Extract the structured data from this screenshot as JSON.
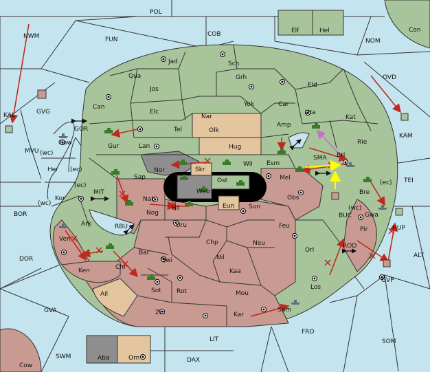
{
  "colors": {
    "sea": "#c4e4ef",
    "green": "#a8c49a",
    "red": "#c99a91",
    "tan": "#e3c69d",
    "gray": "#8e8e8e",
    "black": "#000000",
    "order": "#c0291f",
    "support": "#ffff00",
    "convoy": "#c86ec8",
    "unit_green": "#3a7a2a",
    "unit_gray": "#607080"
  },
  "sea_labels": {
    "pol": "POL",
    "nwm": "NWM",
    "fun": "FUN",
    "cob": "COB",
    "nom": "NOM",
    "con": "Con",
    "ovd": "OVD",
    "kal": "KAL",
    "gvg": "GVG",
    "gor": "GOR",
    "mvu": "MVU",
    "wc1": "(wc)",
    "ec1": "(ec)",
    "ec2": "(ec)",
    "wc2": "(wc)",
    "mit": "MIT",
    "bor": "BOR",
    "rbu": "RBU",
    "dor": "DOR",
    "gva": "GVA",
    "swm": "SWM",
    "cow": "Cow",
    "lit": "LIT",
    "dax": "DAX",
    "fro": "FRO",
    "som": "SOM",
    "alt": "ALT",
    "tei": "TEI",
    "kam": "KAM",
    "sma": "SMA",
    "buc": "BUC",
    "rod": "ROD",
    "hup": "HUP",
    "gvp": "GVP",
    "wc3": "(wc)",
    "ec3": "(ec)"
  },
  "green_labels": {
    "jad": "Jad",
    "sch": "Sch",
    "qua": "Qua",
    "jos": "Jos",
    "grh": "Grh",
    "can": "Can",
    "yok": "Yok",
    "car": "Car",
    "eld": "Eld",
    "elc": "Elc",
    "nar": "Nar",
    "uta": "Uta",
    "kat": "Kat",
    "tel": "Tel",
    "amp": "Amp",
    "gur": "Gur",
    "lan": "Lan",
    "rie": "Rie",
    "esm": "Esm",
    "wil": "Wil",
    "bri": "Bri",
    "gaw": "Gaw",
    "her": "Her",
    "sap": "Sap",
    "kor": "Kor",
    "ark": "Ark",
    "bre": "Bre",
    "chr": "Chr",
    "orl": "Orl",
    "los": "Los",
    "elf": "Elf",
    "hel": "Hel",
    "ost": "Ost"
  },
  "red_labels": {
    "mel": "Mel",
    "obs": "Obs",
    "nab": "Nab",
    "hil": "Hil",
    "nog": "Nog",
    "sun": "Sun",
    "uru": "Uru",
    "feu": "Feu",
    "chp": "Chp",
    "neu": "Neu",
    "ven": "Ven",
    "bar": "Bar",
    "qwi": "Qwi",
    "nil": "Nil",
    "ken": "Ken",
    "kaa": "Kaa",
    "rot": "Rot",
    "sot": "Sot",
    "mou": "Mou",
    "zin": "Zin",
    "kar": "Kar",
    "sam": "Sam",
    "gwa": "Gwa",
    "pir": "Pir"
  },
  "other_labels": {
    "olk": "Olk",
    "hug": "Hug",
    "nor": "Nor",
    "skr": "Skr",
    "web": "Web",
    "eun": "Eun",
    "ail": "Ail",
    "aba": "Aba",
    "orn": "Orn"
  }
}
